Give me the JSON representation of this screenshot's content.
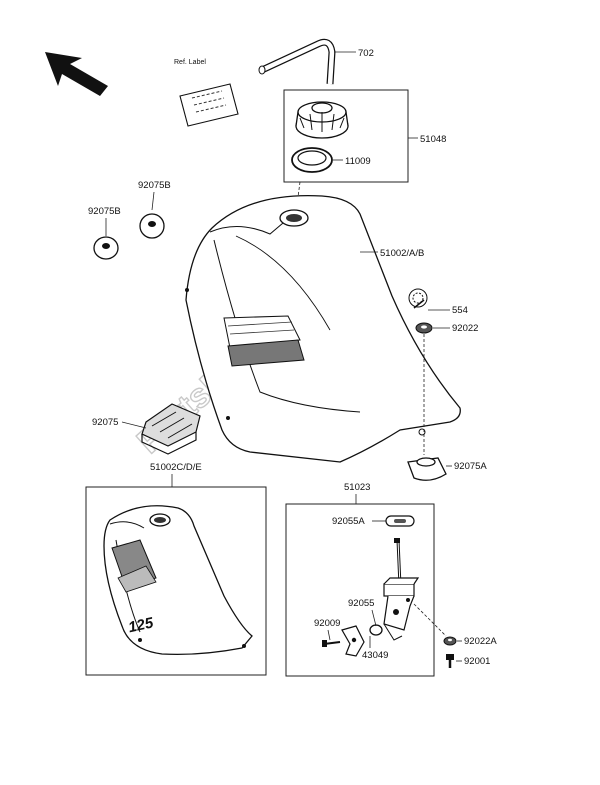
{
  "watermark": "PartsRepublik",
  "ref_label": "Ref. Label",
  "tank_decal": "125",
  "callouts": {
    "c702": "702",
    "c51048": "51048",
    "c11009": "11009",
    "c92075b_1": "92075B",
    "c92075b_2": "92075B",
    "c51002": "51002/A/B",
    "c554": "554",
    "c92022": "92022",
    "c92075": "92075",
    "c92075a": "92075A",
    "c51002c": "51002C/D/E",
    "c51023": "51023",
    "c92055a": "92055A",
    "c92055": "92055",
    "c92009": "92009",
    "c43049": "43049",
    "c92022a": "92022A",
    "c92001": "92001"
  }
}
